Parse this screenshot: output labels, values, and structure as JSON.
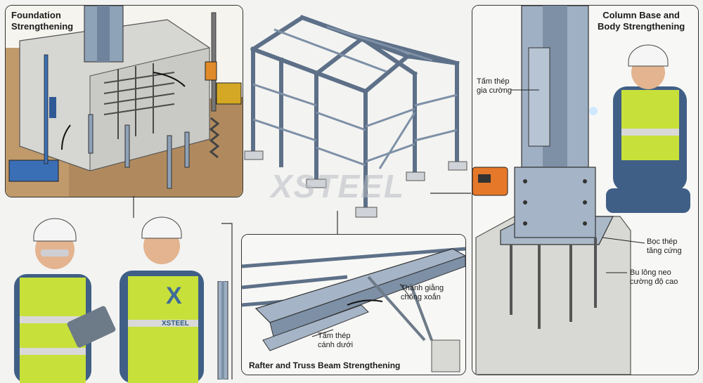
{
  "watermark": "XSTEEL",
  "panels": {
    "foundation": {
      "title_line1": "Foundation",
      "title_line2": "Strengthening"
    },
    "column": {
      "title_line1": "Column Base and",
      "title_line2": "Body Strengthening",
      "label_plate_1": "Tấm thép",
      "label_plate_2": "gia cường",
      "label_wrap_1": "Bọc thép",
      "label_wrap_2": "tăng cứng",
      "label_bolt_1": "Bu lông neo",
      "label_bolt_2": "cường độ cao"
    },
    "rafter": {
      "title": "Rafter and Truss Beam Strengthening",
      "label_brace_1": "Thanh giằng",
      "label_brace_2": "chống xoắn",
      "label_flange_1": "Tấm thép",
      "label_flange_2": "cánh dưới"
    }
  },
  "vest_logo": "XSTEEL",
  "colors": {
    "steel": "#9fb0c4",
    "steel_dark": "#5d7088",
    "vest": "#c8e03a",
    "concrete": "#d8d8d4",
    "soil": "#b08a5e"
  }
}
